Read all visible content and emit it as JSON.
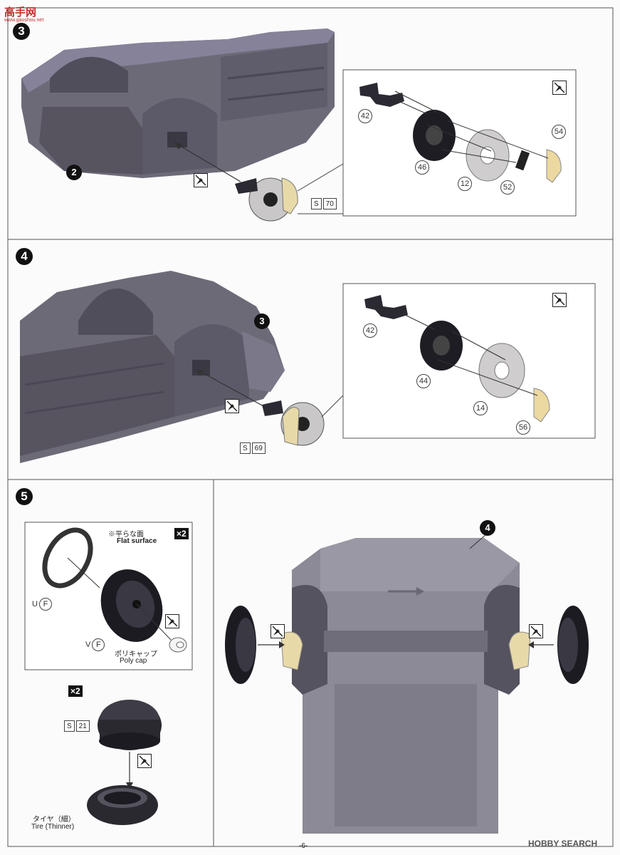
{
  "watermark_top": "高手网",
  "watermark_top_url": "www.gaoshou.net",
  "steps": {
    "s3": "3",
    "s4": "4",
    "s5": "5"
  },
  "step3": {
    "sub_ref": "2",
    "tag_letter": "S",
    "tag_num": "70",
    "parts": [
      "42",
      "46",
      "12",
      "52",
      "54"
    ]
  },
  "step4": {
    "sub_ref": "3",
    "tag_letter": "S",
    "tag_num": "69",
    "parts": [
      "42",
      "44",
      "14",
      "56"
    ]
  },
  "step5": {
    "note_jp": "※平らな面",
    "note_en": "Flat surface",
    "times": "×2",
    "times2": "×2",
    "part_u": "U",
    "part_u_c": "F",
    "part_v": "V",
    "part_v_c": "F",
    "polycap_jp": "ポリキャップ",
    "polycap_en": "Poly cap",
    "tag_letter": "S",
    "tag_num": "21",
    "tire_jp": "タイヤ（細）",
    "tire_en": "Tire (Thinner)",
    "chassis_ref": "4"
  },
  "page_number": "-6-",
  "watermark_bottom": "HOBBY SEARCH"
}
